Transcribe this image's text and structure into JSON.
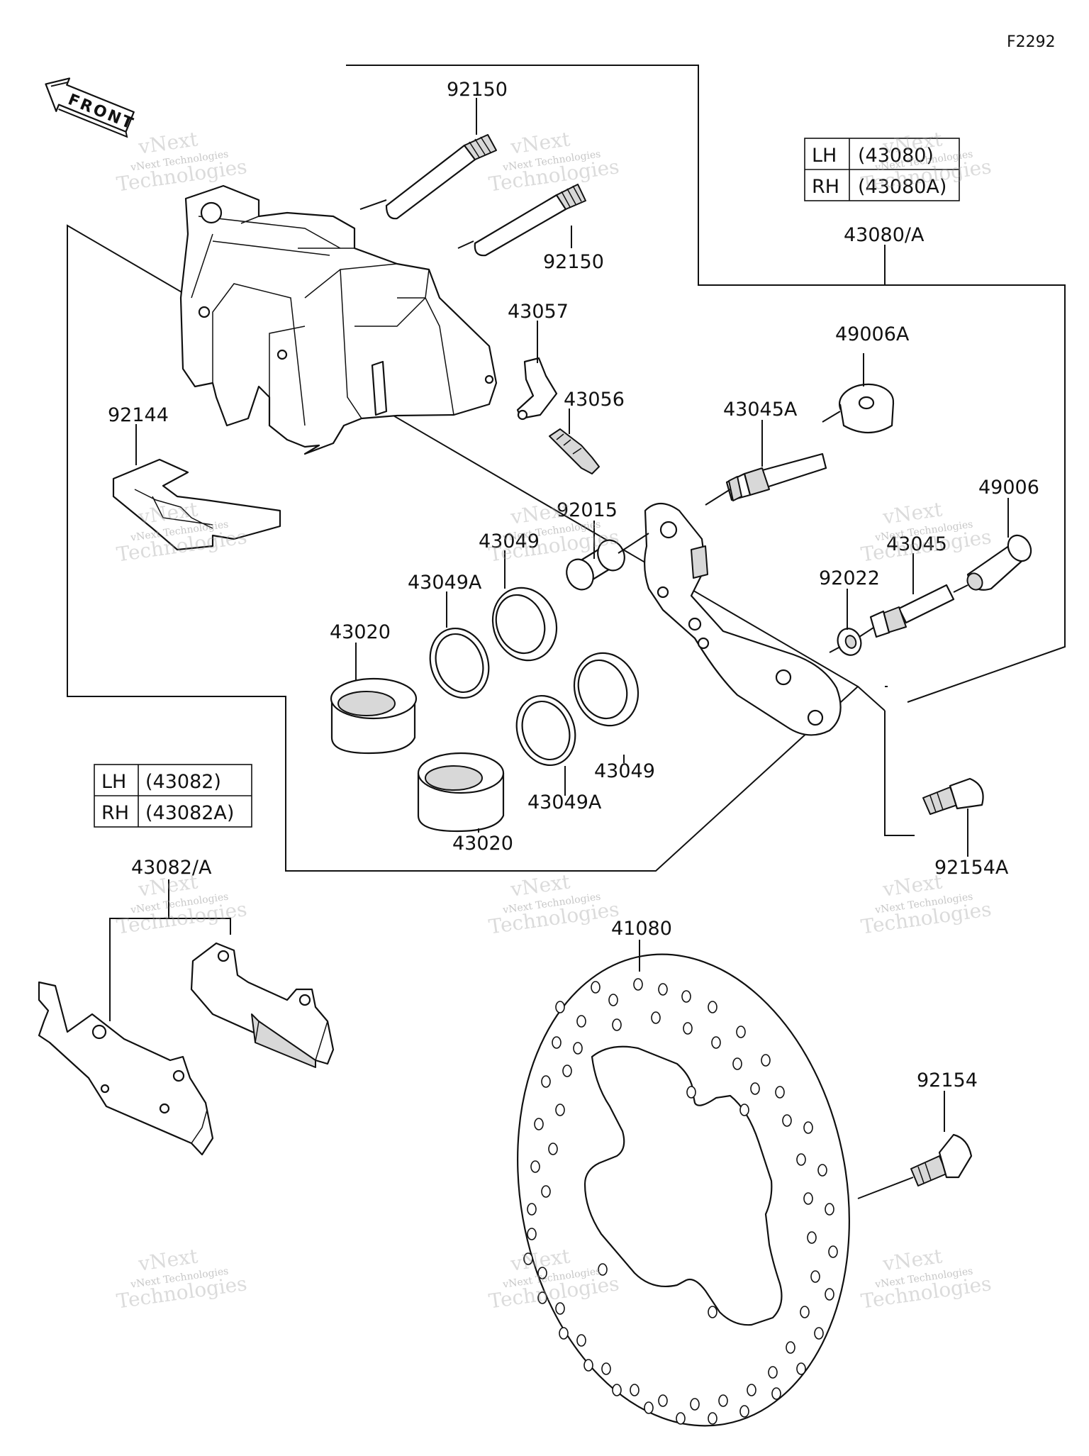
{
  "figure_code": "F2292",
  "front_arrow_label": "FRONT",
  "watermark": {
    "line1": "vNext Technologies",
    "line2": "Technologies",
    "line3": "vNext"
  },
  "table_caliper": [
    {
      "side": "LH",
      "part": "(43080)"
    },
    {
      "side": "RH",
      "part": "(43080A)"
    }
  ],
  "table_pads": [
    {
      "side": "LH",
      "part": "(43082)"
    },
    {
      "side": "RH",
      "part": "(43082A)"
    }
  ],
  "labels": {
    "p92150a": "92150",
    "p92150b": "92150",
    "p43057": "43057",
    "p43056": "43056",
    "p92144": "92144",
    "p43080A": "43080/A",
    "p49006A": "49006A",
    "p43045A": "43045A",
    "p49006": "49006",
    "p92015": "92015",
    "p43049a": "43049",
    "p43049Aa": "43049A",
    "p43020a": "43020",
    "p43045": "43045",
    "p92022": "92022",
    "p43049b": "43049",
    "p43049Ab": "43049A",
    "p43020b": "43020",
    "p92154A": "92154A",
    "p43082A": "43082/A",
    "p41080": "41080",
    "p92154": "92154"
  },
  "colors": {
    "ink": "#111111",
    "paper": "#ffffff",
    "watermark": "#9a9a9a"
  }
}
